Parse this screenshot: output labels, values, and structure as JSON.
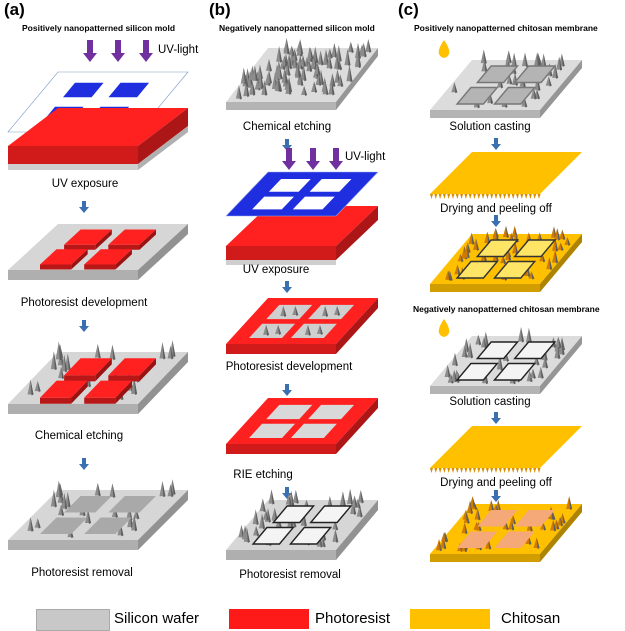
{
  "panels": [
    {
      "letter": "(a)",
      "title": "Positively nanopatterned silicon mold"
    },
    {
      "letter": "(b)",
      "title": "Negatively nanopatterned silicon mold"
    },
    {
      "letter": "(c)",
      "title": "Positively nanopatterned chitosan membrane"
    }
  ],
  "subtitle_c2": "Negatively nanopatterned chitosan membrane",
  "uv_label": "UV-light",
  "steps_a": [
    "UV exposure",
    "Photoresist development",
    "Chemical etching",
    "Photoresist removal"
  ],
  "steps_b": [
    "Chemical etching",
    "UV exposure",
    "Photoresist development",
    "RIE etching",
    "Photoresist removal"
  ],
  "steps_c": [
    "Solution casting",
    "Drying and peeling off",
    "Solution casting",
    "Drying and peeling off"
  ],
  "legend": [
    {
      "label": "Silicon wafer",
      "color": "#c8c8c8"
    },
    {
      "label": "Photoresist",
      "color": "#ff1a1a"
    },
    {
      "label": "Chitosan",
      "color": "#ffc000"
    }
  ],
  "colors": {
    "silicon": "#d4d4d4",
    "photoresist": "#ff2020",
    "chitosan": "#ffc000",
    "mask": "#1f2fe0",
    "arrow_uv": "#7030a0",
    "arrow_step": "#3a6fb0"
  }
}
